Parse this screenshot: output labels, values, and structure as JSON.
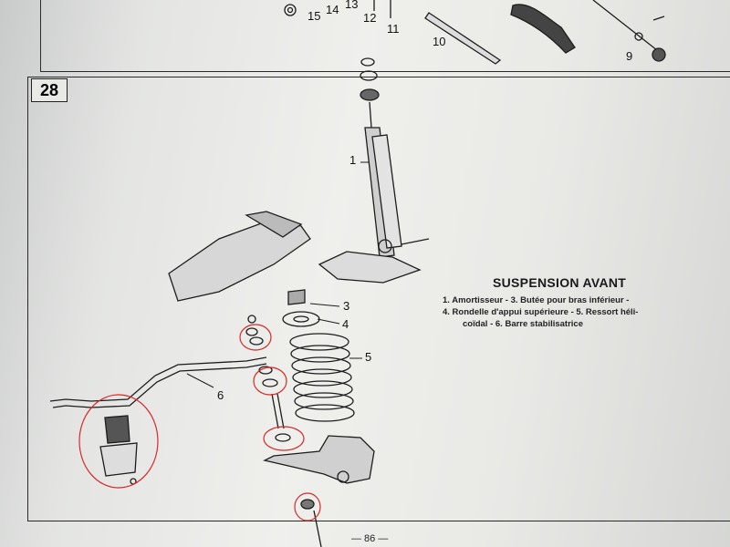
{
  "section_number": "28",
  "top_callouts": [
    "15",
    "14",
    "13",
    "12",
    "11",
    "10",
    "9"
  ],
  "part_callouts": [
    "1",
    "3",
    "4",
    "5",
    "6"
  ],
  "title": "SUSPENSION AVANT",
  "legend_lines": [
    "1. Amortisseur - 3. Butée pour bras inférieur -",
    "4. Rondelle d'appui supérieure - 5. Ressort héli-",
    "coïdal - 6. Barre stabilisatrice"
  ],
  "page_number": "— 86 —"
}
